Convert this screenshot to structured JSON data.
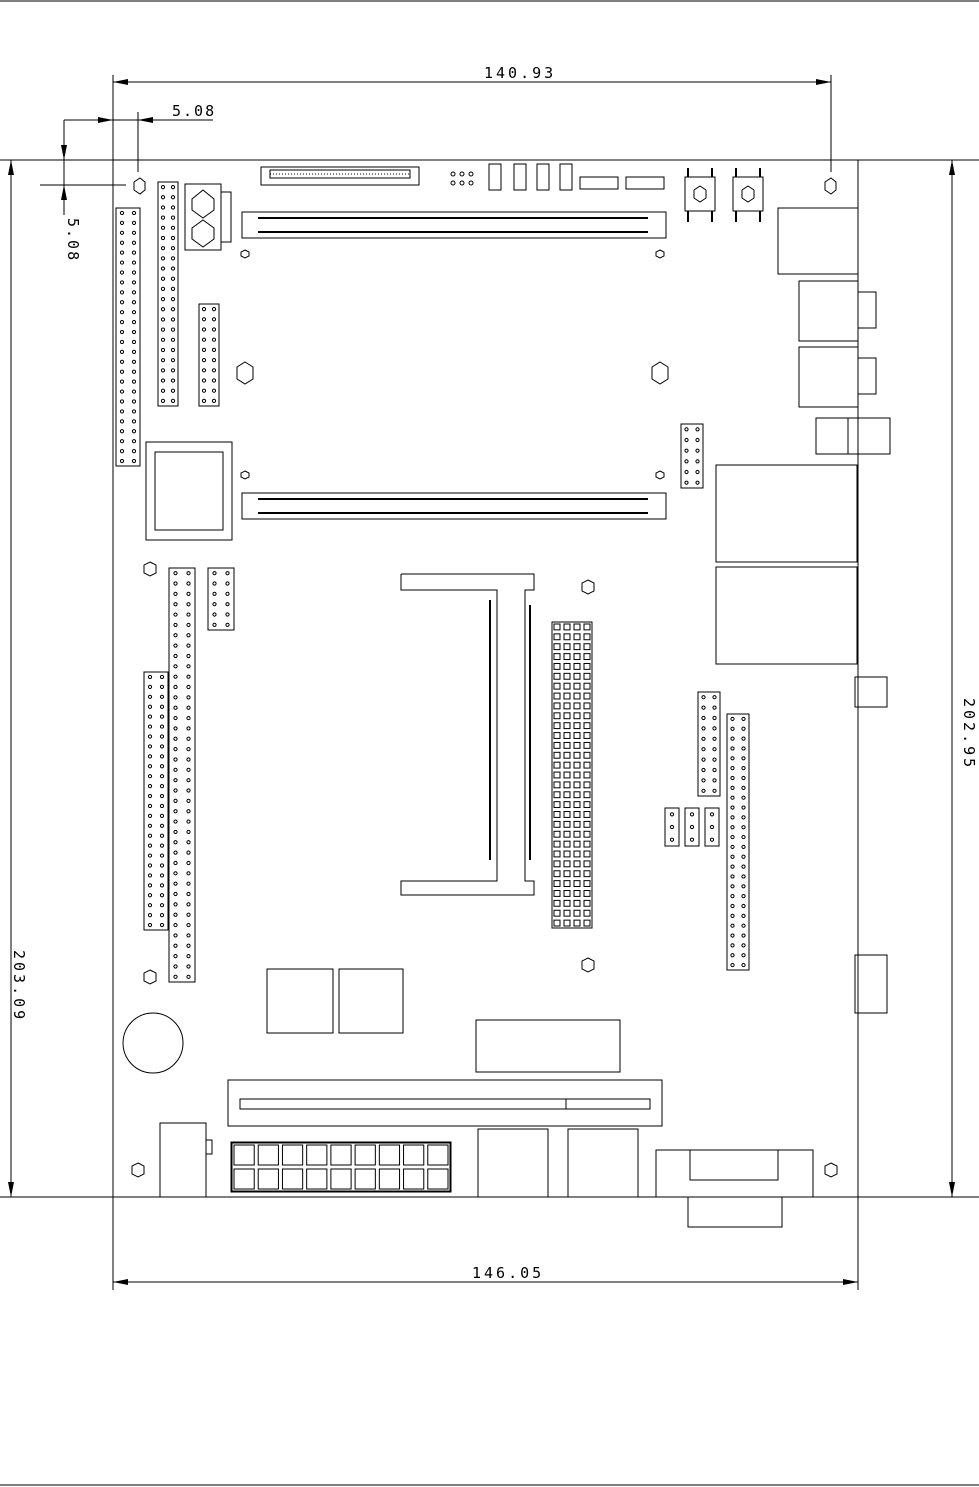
{
  "dimensions": {
    "top_width": "140.93",
    "bottom_width": "146.05",
    "left_height": "203.09",
    "right_height": "202.95",
    "hole_offset_x": "5.08",
    "hole_offset_y": "5.08"
  }
}
